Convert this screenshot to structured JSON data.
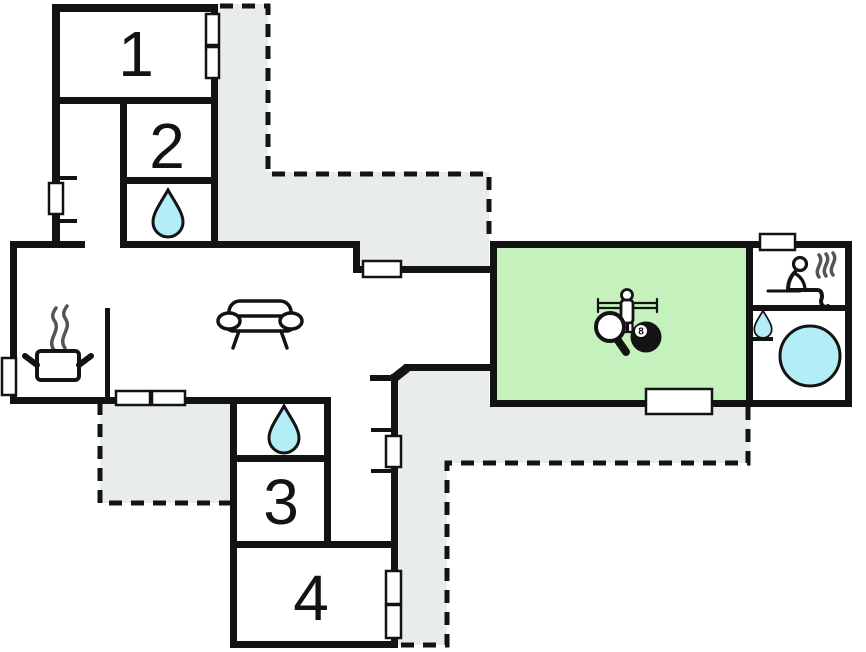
{
  "plan": {
    "type": "vacation-house-floor-plan",
    "rooms": [
      {
        "id": "bedroom-1",
        "label": "1"
      },
      {
        "id": "bedroom-2",
        "label": "2"
      },
      {
        "id": "bedroom-3",
        "label": "3"
      },
      {
        "id": "bedroom-4",
        "label": "4"
      }
    ],
    "billiard_ball_number": "8",
    "features": [
      {
        "id": "bathroom-upper",
        "icon": "water-drop-icon"
      },
      {
        "id": "bathroom-lower",
        "icon": "water-drop-icon"
      },
      {
        "id": "kitchen",
        "icon": "cooking-pot-steam-icon"
      },
      {
        "id": "living-room",
        "icon": "sofa-icon"
      },
      {
        "id": "activity-room",
        "icons": [
          "table-tennis-racket-icon",
          "foosball-player-icon",
          "billiard-8-ball-icon"
        ]
      },
      {
        "id": "sauna",
        "icon": "sauna-person-icon"
      },
      {
        "id": "hot-tub-room",
        "icons": [
          "water-drop-icon",
          "hot-tub-icon"
        ]
      },
      {
        "id": "terrace-north",
        "style": "dashed-outline"
      },
      {
        "id": "terrace-southwest",
        "style": "dashed-outline"
      },
      {
        "id": "terrace-southeast",
        "style": "dashed-outline"
      }
    ]
  },
  "colors": {
    "wall": "#131313",
    "background": "#ffffff",
    "activity_room": "#c5f1bd",
    "terrace": "#e8edec",
    "water": "#b3edf5",
    "steam": "#555555"
  }
}
